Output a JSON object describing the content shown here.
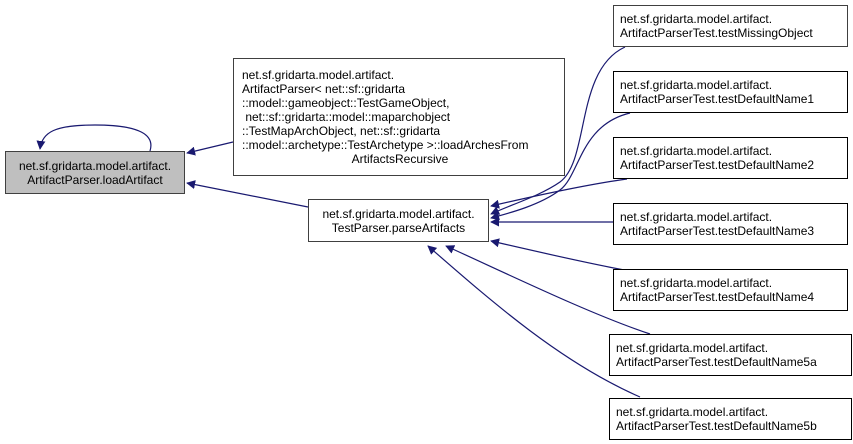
{
  "diagram": {
    "edge_color": "#191970",
    "nodes": [
      {
        "id": "loadArtifact",
        "role": "root",
        "fill": "#bfbfbf",
        "lines": [
          "net.sf.gridarta.model.artifact.",
          "ArtifactParser.loadArtifact"
        ]
      },
      {
        "id": "loadArchesFromArtifactsRecursive",
        "role": "caller",
        "fill": "#ffffff",
        "lines": [
          "net.sf.gridarta.model.artifact.",
          "ArtifactParser< net::sf::gridarta",
          "::model::gameobject::TestGameObject,",
          " net::sf::gridarta::model::maparchobject",
          "::TestMapArchObject, net::sf::gridarta",
          "::model::archetype::TestArchetype >::loadArchesFrom",
          "ArtifactsRecursive"
        ]
      },
      {
        "id": "parseArtifacts",
        "role": "caller",
        "fill": "#ffffff",
        "lines": [
          "net.sf.gridarta.model.artifact.",
          "TestParser.parseArtifacts"
        ]
      },
      {
        "id": "testMissingObject",
        "role": "caller",
        "fill": "#ffffff",
        "lines": [
          "net.sf.gridarta.model.artifact.",
          "ArtifactParserTest.testMissingObject"
        ]
      },
      {
        "id": "testDefaultName1",
        "role": "caller",
        "fill": "#ffffff",
        "lines": [
          "net.sf.gridarta.model.artifact.",
          "ArtifactParserTest.testDefaultName1"
        ]
      },
      {
        "id": "testDefaultName2",
        "role": "caller",
        "fill": "#ffffff",
        "lines": [
          "net.sf.gridarta.model.artifact.",
          "ArtifactParserTest.testDefaultName2"
        ]
      },
      {
        "id": "testDefaultName3",
        "role": "caller",
        "fill": "#ffffff",
        "lines": [
          "net.sf.gridarta.model.artifact.",
          "ArtifactParserTest.testDefaultName3"
        ]
      },
      {
        "id": "testDefaultName4",
        "role": "caller",
        "fill": "#ffffff",
        "lines": [
          "net.sf.gridarta.model.artifact.",
          "ArtifactParserTest.testDefaultName4"
        ]
      },
      {
        "id": "testDefaultName5a",
        "role": "caller",
        "fill": "#ffffff",
        "lines": [
          "net.sf.gridarta.model.artifact.",
          "ArtifactParserTest.testDefaultName5a"
        ]
      },
      {
        "id": "testDefaultName5b",
        "role": "caller",
        "fill": "#ffffff",
        "lines": [
          "net.sf.gridarta.model.artifact.",
          "ArtifactParserTest.testDefaultName5b"
        ]
      }
    ],
    "edges": [
      {
        "from": "loadArtifact",
        "to": "loadArtifact"
      },
      {
        "from": "loadArchesFromArtifactsRecursive",
        "to": "loadArtifact"
      },
      {
        "from": "parseArtifacts",
        "to": "loadArtifact"
      },
      {
        "from": "testMissingObject",
        "to": "parseArtifacts"
      },
      {
        "from": "testDefaultName1",
        "to": "parseArtifacts"
      },
      {
        "from": "testDefaultName2",
        "to": "parseArtifacts"
      },
      {
        "from": "testDefaultName3",
        "to": "parseArtifacts"
      },
      {
        "from": "testDefaultName4",
        "to": "parseArtifacts"
      },
      {
        "from": "testDefaultName5a",
        "to": "parseArtifacts"
      },
      {
        "from": "testDefaultName5b",
        "to": "parseArtifacts"
      }
    ]
  }
}
